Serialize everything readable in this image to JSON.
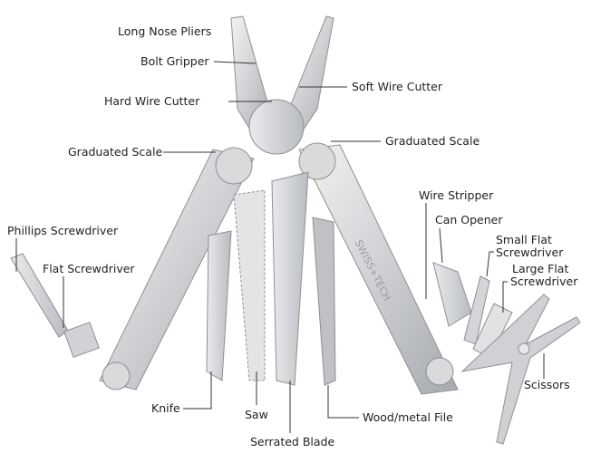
{
  "brand_text": "SWISS+TECH",
  "colors": {
    "steel_light": "#e4e5e7",
    "steel_mid": "#c3c5c8",
    "steel_dark": "#8d9094",
    "line": "#333333",
    "text": "#222222"
  },
  "labels": {
    "long_nose_pliers": "Long Nose Pliers",
    "bolt_gripper": "Bolt Gripper",
    "hard_wire_cutter": "Hard Wire Cutter",
    "soft_wire_cutter": "Soft Wire Cutter",
    "graduated_scale_left": "Graduated Scale",
    "graduated_scale_right": "Graduated Scale",
    "wire_stripper": "Wire Stripper",
    "can_opener": "Can Opener",
    "small_flat_screwdriver_1": "Small Flat",
    "small_flat_screwdriver_2": "Screwdriver",
    "large_flat_screwdriver_1": "Large Flat",
    "large_flat_screwdriver_2": "Screwdriver",
    "phillips_screwdriver": "Phillips Screwdriver",
    "flat_screwdriver": "Flat Screwdriver",
    "knife": "Knife",
    "saw": "Saw",
    "serrated_blade": "Serrated Blade",
    "wood_metal_file": "Wood/metal File",
    "scissors": "Scissors"
  }
}
